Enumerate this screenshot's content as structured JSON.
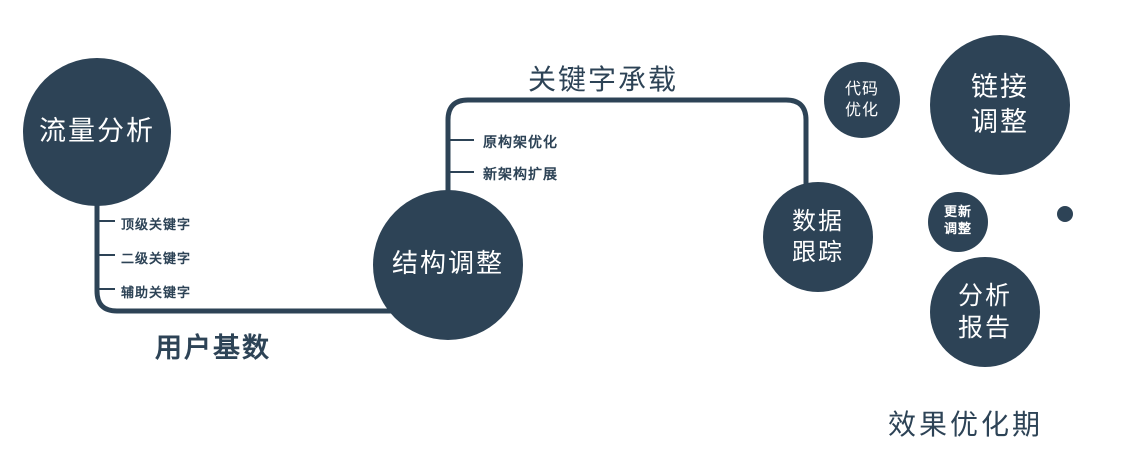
{
  "palette": {
    "primary": "#2d4356",
    "background": "#ffffff",
    "circle_text": "#ffffff"
  },
  "circles": {
    "traffic": {
      "lines": [
        "流量分析"
      ]
    },
    "structure": {
      "lines": [
        "结构调整"
      ]
    },
    "data_tracking": {
      "lines": [
        "数据",
        "跟踪"
      ]
    },
    "code_optimization": {
      "lines": [
        "代码",
        "优化"
      ]
    },
    "link_adjustment": {
      "lines": [
        "链接",
        "调整"
      ]
    },
    "update_adjustment": {
      "lines": [
        "更新",
        "调整"
      ]
    },
    "analysis_report": {
      "lines": [
        "分析",
        "报告"
      ]
    }
  },
  "branch_labels": {
    "traffic": [
      "顶级关键字",
      "二级关键字",
      "辅助关键字"
    ],
    "structure": [
      "原构架优化",
      "新架构扩展"
    ]
  },
  "edge_labels": {
    "user_base": "用户基数",
    "keyword_bearing": "关键字承载"
  },
  "caption": "效果优化期"
}
